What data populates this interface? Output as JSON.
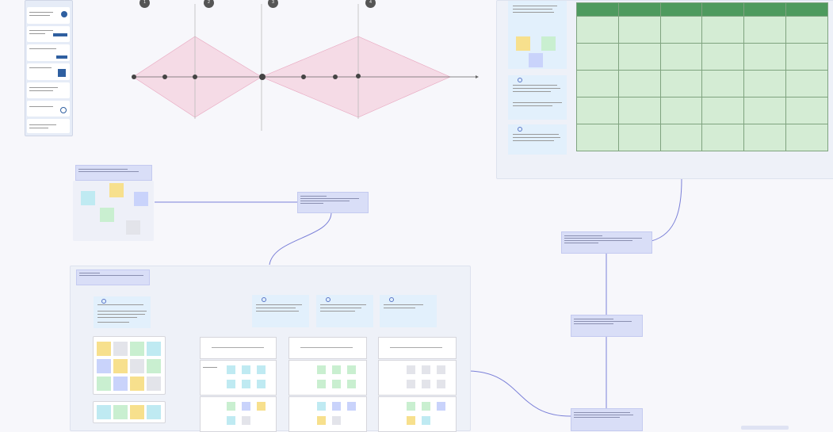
{
  "colors": {
    "canvas": "#f7f7fb",
    "connector": "#7b80d8",
    "pink_connector": "#c2556b",
    "diamond": "#f5dbe6",
    "table_header": "#4e9a5e",
    "table_cell": "#d4ecd4",
    "sticky_yellow": "#f7e08d",
    "sticky_green": "#c9efd0",
    "sticky_blue": "#c9d3fb",
    "sticky_cyan": "#bfeaf2",
    "sticky_gray": "#e3e4ea"
  },
  "timeline": {
    "step_markers": [
      "1",
      "2",
      "3",
      "4"
    ]
  },
  "icons": {
    "info": "info-icon",
    "step_marker": "numbered-circle-icon",
    "timeline_dot": "dot-icon"
  },
  "viewport_controls": {
    "zoom_widget": "zoom-control"
  }
}
